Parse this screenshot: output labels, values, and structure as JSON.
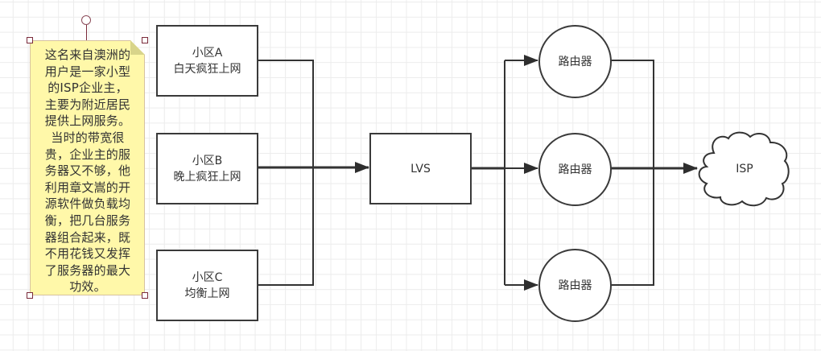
{
  "note": {
    "text": "这名来自澳洲的\n用户是一家小型\n的ISP企业主，\n主要为附近居民\n提供上网服务。\n当时的带宽很\n贵，企业主的服\n务器又不够，他\n利用章文嵩的开\n源软件做负载均\n衡，把几台服务\n器组合起来，既\n不用花钱又发挥\n了服务器的最大\n功效。",
    "background_color": "#fff8a9"
  },
  "communities": [
    {
      "name": "小区A",
      "desc": "白天疯狂上网"
    },
    {
      "name": "小区B",
      "desc": "晚上疯狂上网"
    },
    {
      "name": "小区C",
      "desc": "均衡上网"
    }
  ],
  "load_balancer": {
    "label": "LVS"
  },
  "routers": [
    {
      "label": "路由器"
    },
    {
      "label": "路由器"
    },
    {
      "label": "路由器"
    }
  ],
  "isp": {
    "label": "ISP"
  },
  "colors": {
    "stroke": "#3a3a3a",
    "text": "#333333",
    "selection": "#7a2a3a"
  }
}
